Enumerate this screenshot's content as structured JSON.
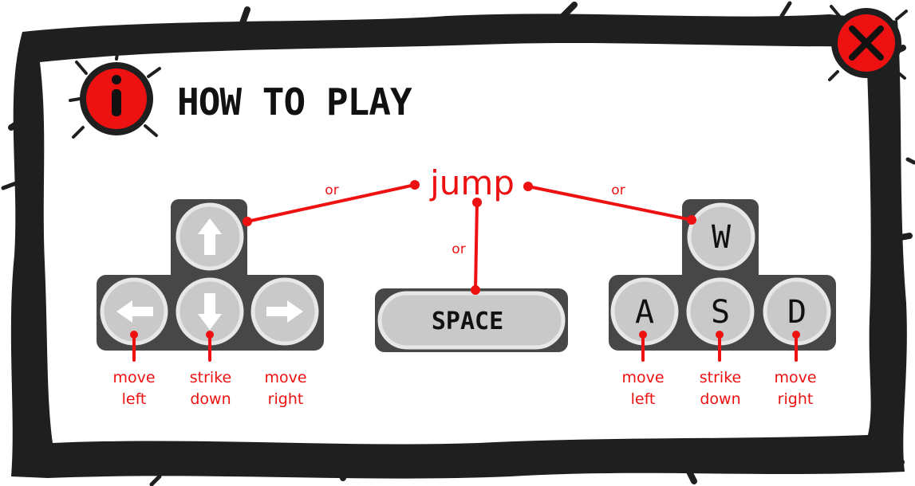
{
  "dialog": {
    "title": "HOW TO PLAY",
    "info_icon": "info-icon",
    "close_icon": "close-icon"
  },
  "colors": {
    "accent": "#ee1111",
    "frame": "#1f1f1f",
    "key_base": "#474747",
    "key_cap": "#c9c9c9",
    "background": "#ffffff"
  },
  "jump": {
    "label": "jump",
    "or_left": "or",
    "or_middle": "or",
    "or_right": "or"
  },
  "arrow_keys": {
    "up_icon": "arrow-up-icon",
    "left_icon": "arrow-left-icon",
    "down_icon": "arrow-down-icon",
    "right_icon": "arrow-right-icon"
  },
  "space_key": {
    "label": "SPACE"
  },
  "wasd_keys": {
    "w": "W",
    "a": "A",
    "s": "S",
    "d": "D"
  },
  "actions_arrows": [
    {
      "line1": "move",
      "line2": "left"
    },
    {
      "line1": "strike",
      "line2": "down"
    },
    {
      "line1": "move",
      "line2": "right"
    }
  ],
  "actions_wasd": [
    {
      "line1": "move",
      "line2": "left"
    },
    {
      "line1": "strike",
      "line2": "down"
    },
    {
      "line1": "move",
      "line2": "right"
    }
  ]
}
